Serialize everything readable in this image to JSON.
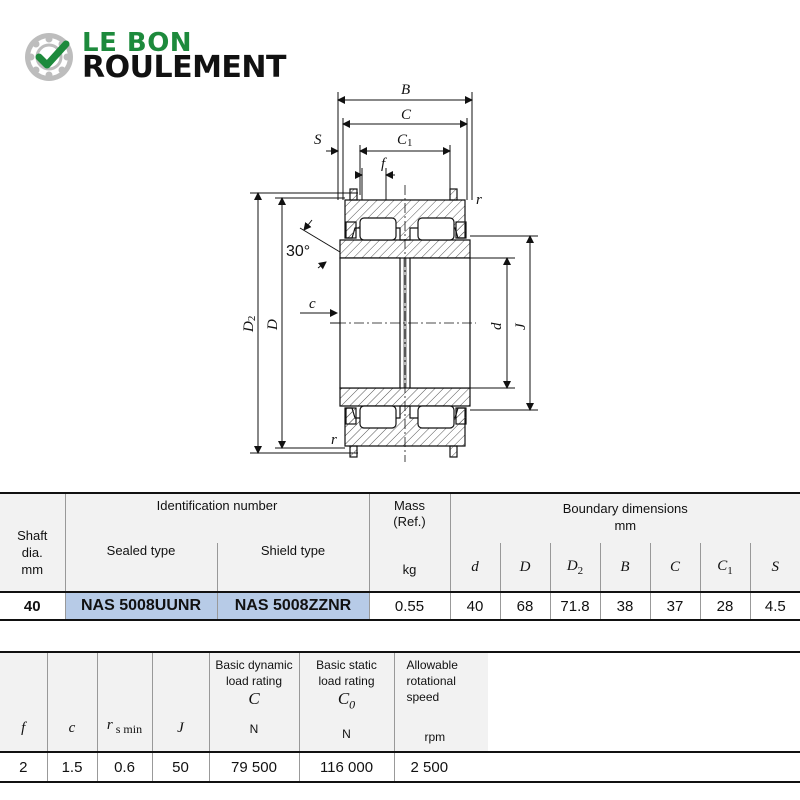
{
  "brand": {
    "line1": "LE BON",
    "line2": "ROULEMENT",
    "accent": "#1d8a3c"
  },
  "diagram": {
    "labels": {
      "B": "B",
      "C": "C",
      "C1": "C1",
      "S": "S",
      "f": "f",
      "r_top": "r",
      "r_bottom": "r",
      "angle": "30°",
      "c": "c",
      "D2": "D2",
      "D": "D",
      "d": "d",
      "J": "J"
    }
  },
  "table1": {
    "shaft": "Shaft\ndia.\nmm",
    "id_number": "Identification number",
    "sealed": "Sealed type",
    "shield": "Shield type",
    "mass": "Mass\n(Ref.)",
    "mass_unit": "kg",
    "boundary": "Boundary dimensions\nmm",
    "cols": [
      "d",
      "D",
      "D2",
      "B",
      "C",
      "C1",
      "S"
    ],
    "row": {
      "shaft": "40",
      "sealed": "NAS 5008UUNR",
      "shield": "NAS 5008ZZNR",
      "mass": "0.55",
      "dims": [
        "40",
        "68",
        "71.8",
        "38",
        "37",
        "28",
        "4.5"
      ]
    },
    "highlight_color": "#b7cbe7"
  },
  "table2": {
    "cols": [
      "f",
      "c",
      "r s min",
      "J"
    ],
    "dyn": "Basic dynamic\nload rating",
    "dyn_sym": "C",
    "dyn_unit": "N",
    "stat": "Basic static\nload rating",
    "stat_sym": "C0",
    "stat_unit": "N",
    "speed": "Allowable\nrotational\nspeed",
    "speed_unit": "rpm",
    "row": [
      "2",
      "1.5",
      "0.6",
      "50",
      "79 500",
      "116 000",
      "2 500"
    ]
  }
}
